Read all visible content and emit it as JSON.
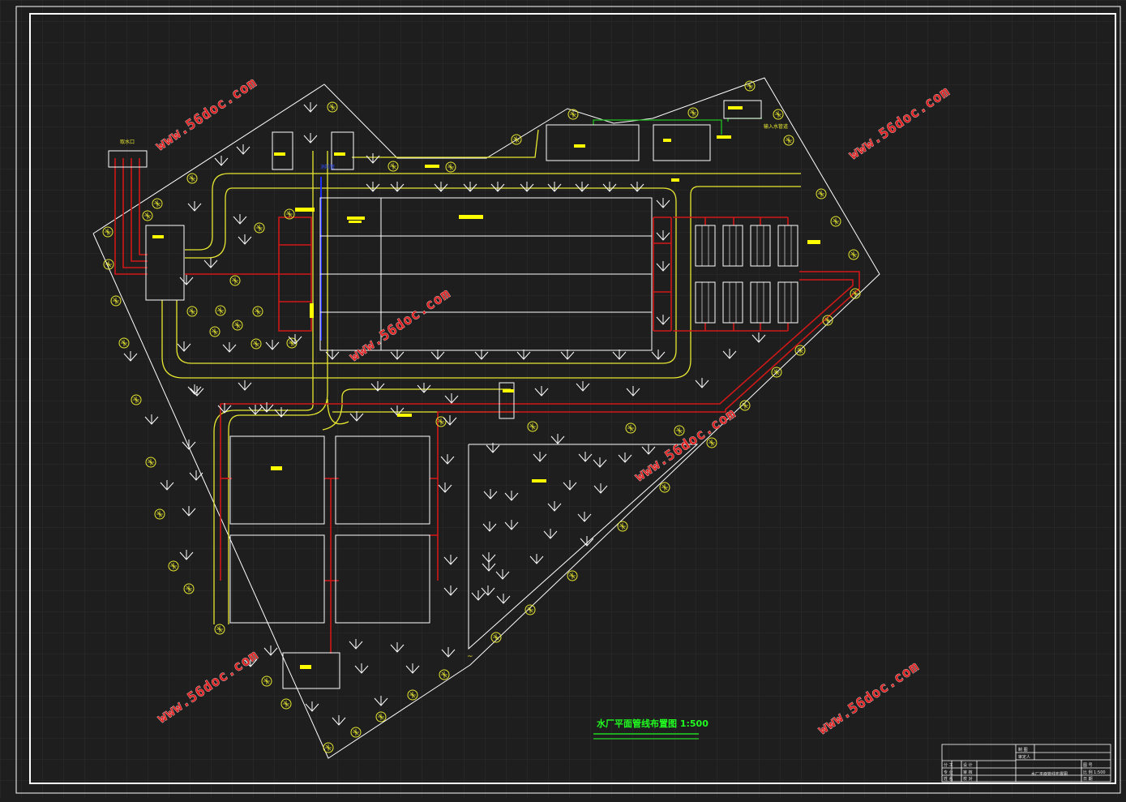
{
  "drawing": {
    "title": "水厂平面管线布置图 1:500",
    "small_labels": {
      "top_left": "取水口",
      "top_right": "输入水管道",
      "left_vertical": "消防管"
    },
    "scale_mark": "~"
  },
  "watermark": {
    "text": "www.56doc.com",
    "color": "#e02020"
  },
  "title_block": {
    "rows": [
      "设 计",
      "审 核",
      "校 对",
      "制 图",
      "审定人"
    ],
    "left_cells": [
      "分 工",
      "专 业",
      "姓 名"
    ],
    "right_cells": [
      "图 号",
      "比 例 1:500",
      "日 期",
      "水厂平面管线布置图"
    ]
  },
  "colors": {
    "background": "#1e1e1e",
    "grid": "#2e2e2e",
    "frame": "#ffffff",
    "road": "#e8e832",
    "pipe_red": "#d01818",
    "pipe_blue": "#2030ff",
    "pipe_green": "#20c020",
    "label": "#ffff00",
    "title": "#20ff20"
  },
  "icons": {
    "tree_round": "round-tree-icon",
    "tree_arrow": "shrub-icon"
  }
}
